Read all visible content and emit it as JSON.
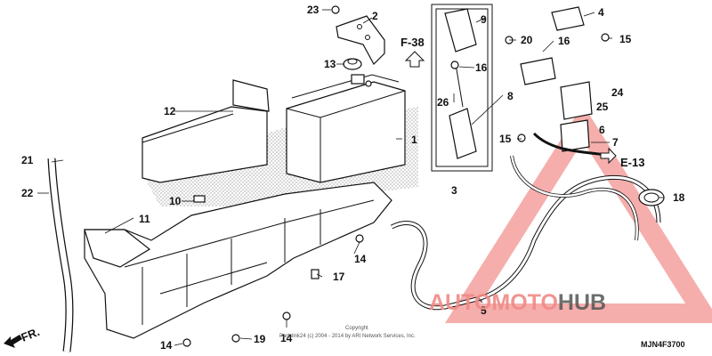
{
  "callouts": [
    "1",
    "2",
    "3",
    "4",
    "5",
    "6",
    "7",
    "8",
    "9",
    "10",
    "11",
    "12",
    "13",
    "14",
    "14",
    "14",
    "15",
    "15",
    "16",
    "16",
    "17",
    "18",
    "19",
    "20",
    "21",
    "22",
    "23",
    "24",
    "25",
    "26"
  ],
  "refs": {
    "f38": "F-38",
    "e13": "E-13",
    "fr": "FR."
  },
  "diagram_code": "MJN4F3700",
  "copyright_line1": "Copyright",
  "copyright_line2": "Partslink24 (c) 2004 - 2014 by ARI Network Services, Inc.",
  "watermark": {
    "part1": "AUTOMOTO",
    "part2": "HUB",
    "color_red": "#e8403c",
    "color_dark": "#555555"
  }
}
